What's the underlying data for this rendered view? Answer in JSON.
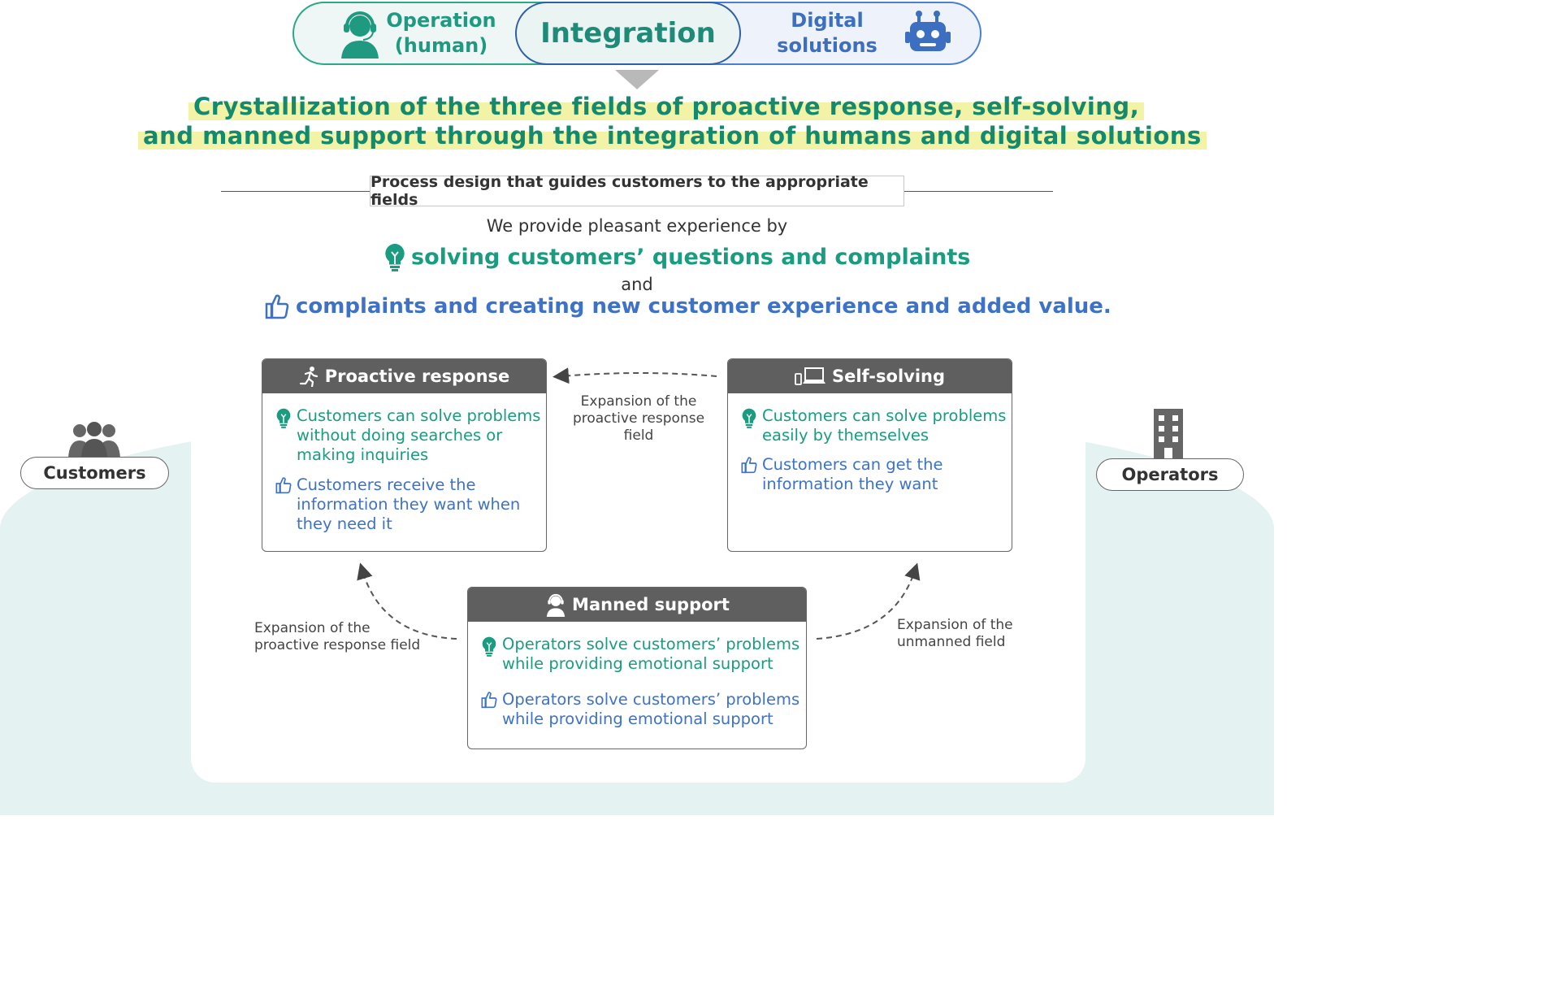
{
  "header": {
    "operation_label": "Operation\n(human)",
    "integration_label": "Integration",
    "digital_label": "Digital\nsolutions"
  },
  "title": {
    "line1": "Crystallization of the three fields of proactive response, self-solving,",
    "line2": "and manned support through the integration of humans and digital solutions"
  },
  "subtitle": "Process design that guides customers to the appropriate fields",
  "statement": {
    "intro": "We provide pleasant experience by",
    "point1": "solving customers’ questions and complaints",
    "connector": "and",
    "point2": "complaints and creating new customer experience and added value."
  },
  "sides": {
    "left": "Customers",
    "right": "Operators"
  },
  "fields": {
    "proactive": {
      "title": "Proactive response",
      "item1": "Customers can solve problems\nwithout doing searches or\nmaking inquiries",
      "item2": "Customers receive the\ninformation they want when\nthey need it"
    },
    "self": {
      "title": "Self-solving",
      "item1": "Customers can solve problems\neasily by themselves",
      "item2": "Customers can get the\ninformation they want"
    },
    "manned": {
      "title": "Manned support",
      "item1": "Operators solve customers’ problems\nwhile providing emotional support",
      "item2": "Operators solve customers’ problems\nwhile providing emotional support"
    }
  },
  "arrows": {
    "top": "Expansion of the\nproactive response field",
    "left": "Expansion of the\nproactive response field",
    "right": "Expansion of the\nunmanned field"
  },
  "colors": {
    "green": "#1a9c80",
    "blue": "#3d72c8",
    "header_gray": "#5f5f5f",
    "highlight": "#f3f3a8"
  }
}
